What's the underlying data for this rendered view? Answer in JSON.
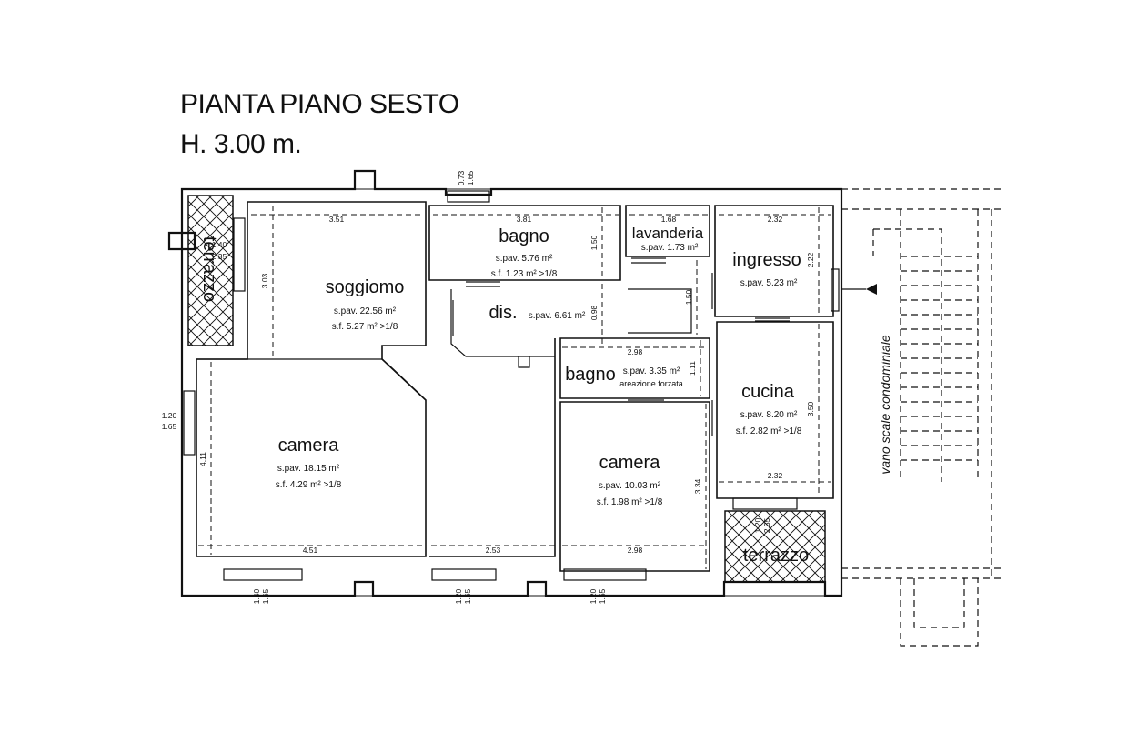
{
  "title": {
    "line1": "PIANTA PIANO SESTO",
    "line2": "H. 3.00 m."
  },
  "rooms": {
    "soggiorno": {
      "name": "soggiomo",
      "area": "s.pav. 22.56 m²",
      "sf": "s.f. 5.27 m² >1/8"
    },
    "bagno1": {
      "name": "bagno",
      "area": "s.pav. 5.76 m²",
      "sf": "s.f. 1.23 m² >1/8"
    },
    "lavanderia": {
      "name": "lavanderia",
      "area": "s.pav. 1.73 m²"
    },
    "ingresso": {
      "name": "ingresso",
      "area": "s.pav. 5.23 m²"
    },
    "dis": {
      "name": "dis.",
      "area": "s.pav. 6.61 m²"
    },
    "bagno2": {
      "name": "bagno",
      "area": "s.pav. 3.35 m²",
      "note": "areazione forzata"
    },
    "cucina": {
      "name": "cucina",
      "area": "s.pav. 8.20 m²",
      "sf": "s.f. 2.82 m² >1/8"
    },
    "camera1": {
      "name": "camera",
      "area": "s.pav. 18.15 m²",
      "sf": "s.f. 4.29 m² >1/8"
    },
    "camera2": {
      "name": "camera",
      "area": "s.pav. 10.03 m²",
      "sf": "s.f. 1.98 m² >1/8"
    },
    "terrazzo1": {
      "name": "terrazzo"
    },
    "terrazzo2": {
      "name": "terrazzo"
    }
  },
  "stair_label": "vano scale condominiale",
  "dimensions": {
    "d351": "3.51",
    "d381": "3.81",
    "d168": "1.68",
    "d232a": "2.32",
    "d303": "3.03",
    "d150a": "1.50",
    "d098": "0.98",
    "d150b": "1.50",
    "d222": "2.22",
    "d298a": "2.98",
    "d111": "1.11",
    "d350": "3.50",
    "d411": "4.11",
    "d334": "3.34",
    "d232b": "2.32",
    "d451": "4.51",
    "d253": "2.53",
    "d298b": "2.98"
  },
  "window_marks": {
    "w1_top": "1.40",
    "w1_bot": "2.35",
    "w2_top": "0.73",
    "w2_bot": "1.65",
    "w3_top": "1.20",
    "w3_bot": "1.65",
    "w4_top": "1.40",
    "w4_bot": "1.65",
    "w5_top": "1.20",
    "w5_bot": "1.65",
    "w6_top": "1.20",
    "w6_bot": "1.65",
    "w7_top": "1.20",
    "w7_bot": "2.35"
  }
}
